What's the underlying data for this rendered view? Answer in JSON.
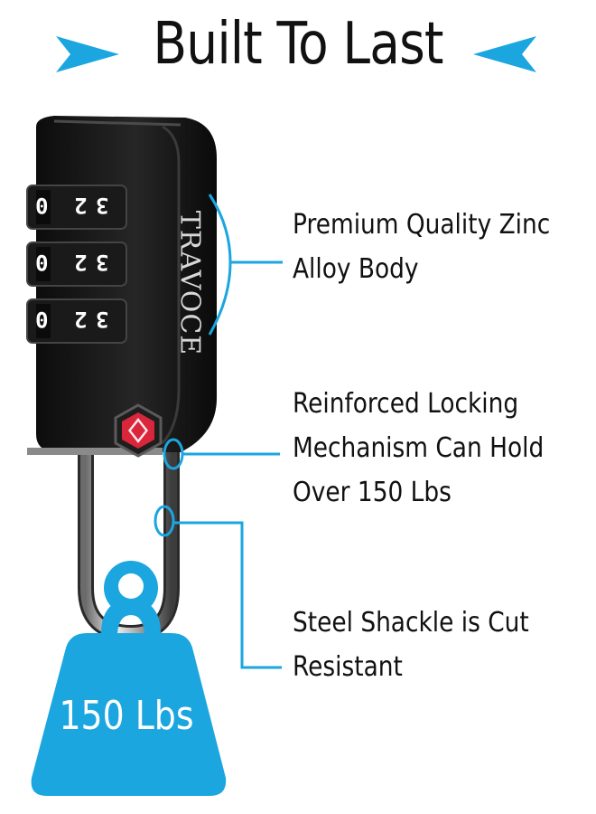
{
  "title": "Built To Last",
  "brand": "TRAVOCE",
  "dials": [
    {
      "digits": [
        "0",
        "2",
        "3"
      ]
    },
    {
      "digits": [
        "0",
        "2",
        "3"
      ]
    },
    {
      "digits": [
        "0",
        "2",
        "3"
      ]
    }
  ],
  "callouts": [
    {
      "lines": [
        "Premium Quality Zinc",
        "Alloy Body"
      ]
    },
    {
      "lines": [
        "Reinforced Locking",
        "Mechanism Can Hold",
        "Over 150 Lbs"
      ]
    },
    {
      "lines": [
        "Steel Shackle is Cut",
        "Resistant"
      ]
    }
  ],
  "weight_label": "150 Lbs",
  "colors": {
    "accent": "#1ba6e0",
    "lock_body": "#141414",
    "tsa_badge": "#d9263b",
    "text": "#111111"
  }
}
